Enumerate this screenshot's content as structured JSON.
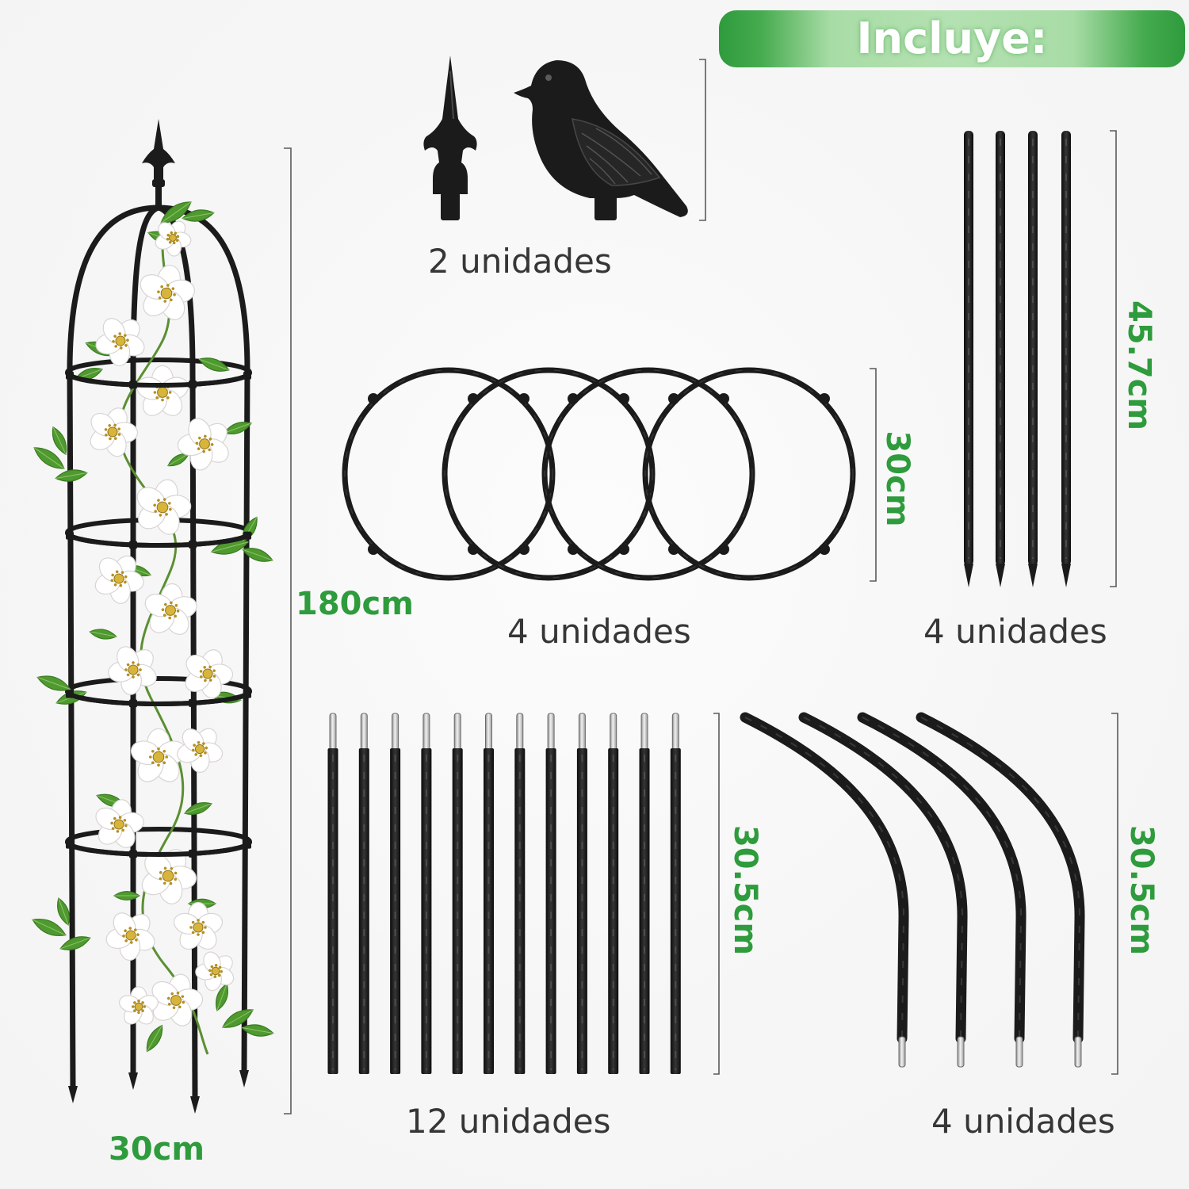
{
  "header": {
    "title": "Incluye:"
  },
  "trellis": {
    "height_label": "180cm",
    "width_label": "30cm"
  },
  "finials": {
    "count_label": "2 unidades"
  },
  "rings": {
    "count_label": "4 unidades",
    "diameter_label": "30cm"
  },
  "stakes": {
    "count_label": "4 unidades",
    "length_label": "45.7cm"
  },
  "straight_poles": {
    "count_label": "12 unidades",
    "length_label": "30.5cm"
  },
  "curved_poles": {
    "count_label": "4 unidades",
    "length_label": "30.5cm"
  },
  "colors": {
    "accent": "#2e9b3c",
    "label_text": "#363636",
    "background": "#f4f4f4",
    "parts": "#1b1b1b",
    "flower": "#ffffff",
    "flower_center": "#d8b53a",
    "leaf": "#4f9a2f"
  }
}
